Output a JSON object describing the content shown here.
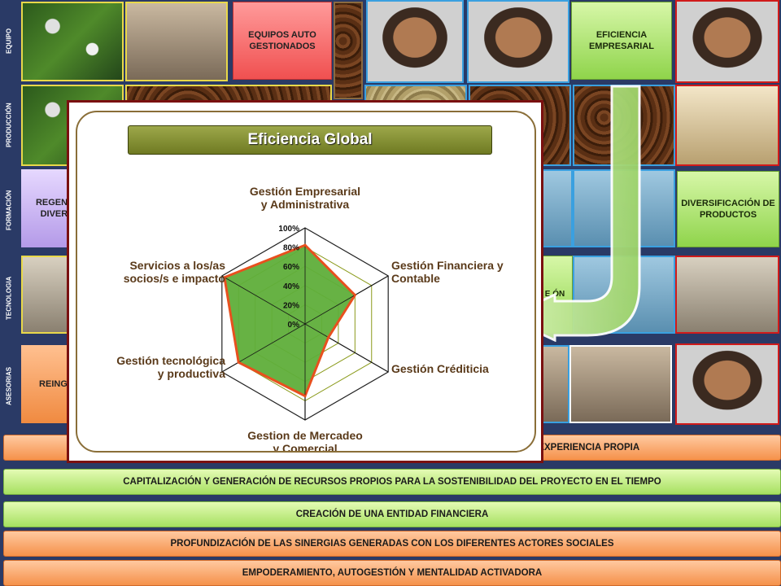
{
  "row_labels": {
    "equipo": "EQUIPO",
    "produccion": "PRODUCCIÓN",
    "formacion": "FORMACIÓN",
    "tecnologia": "TECNOLOGIA",
    "asesorias": "ASESORIAS"
  },
  "tiles": {
    "equipos_auto": "EQUIPOS AUTO GESTIONADOS",
    "eficiencia_empresarial": "EFICIENCIA EMPRESARIAL",
    "regen_agroec": "REGEN AGROEC DIVERSI PROD",
    "diversificacion": "DIVERSIFICACIÓN DE PRODUCTOS",
    "reing_organ": "REING ORGANI",
    "tecnologia_partial": "E ÓN"
  },
  "bars": {
    "b1": "HANDO LA EXPERIENCIA PROPIA",
    "b2": "CAPITALIZACIÓN Y GENERACIÓN DE RECURSOS PROPIOS PARA LA SOSTENIBILIDAD DEL PROYECTO EN EL TIEMPO",
    "b3": "CREACIÓN DE UNA ENTIDAD FINANCIERA",
    "b4": "PROFUNDIZACIÓN DE LAS SINERGIAS GENERADAS CON LOS DIFERENTES ACTORES SOCIALES",
    "b5": "EMPODERAMIENTO, AUTOGESTIÓN Y MENTALIDAD ACTIVADORA"
  },
  "chart_data": {
    "type": "radar",
    "title": "Eficiencia Global",
    "categories": [
      "Gestión Empresarial y Administrativa",
      "Gestión Financiera y Contable",
      "Gestión Créditicia",
      "Gestion de Mercadeo y Comercial",
      "Gestión tecnológica y productiva",
      "Servicios a los/as socios/s e impacto"
    ],
    "tick_labels": [
      "0%",
      "20%",
      "40%",
      "60%",
      "80%",
      "100%"
    ],
    "rlim": [
      0,
      100
    ],
    "values": [
      82,
      60,
      28,
      75,
      80,
      97
    ],
    "fill_color": "#5fae3a",
    "line_color": "#e8501e",
    "grid_color": "#8a9a1a"
  }
}
